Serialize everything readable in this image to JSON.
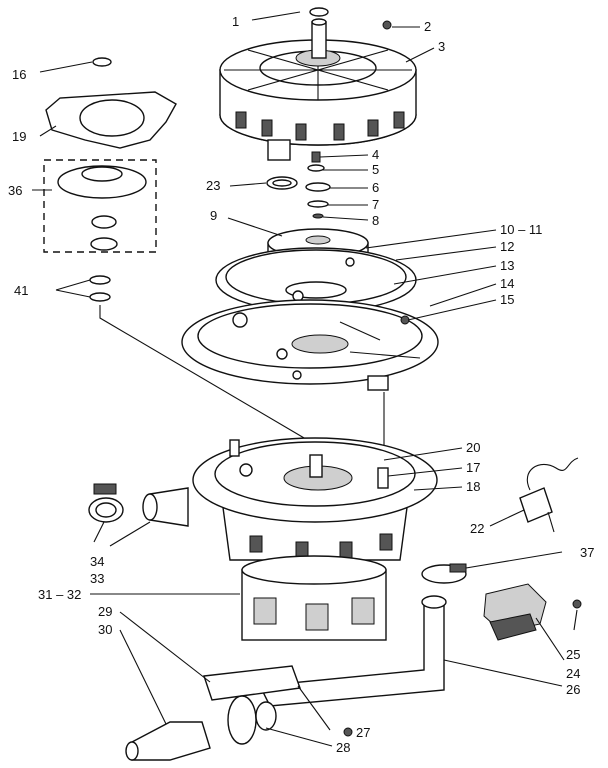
{
  "callouts": [
    {
      "id": "c1",
      "text": "1"
    },
    {
      "id": "c2",
      "text": "2"
    },
    {
      "id": "c3",
      "text": "3"
    },
    {
      "id": "c4",
      "text": "4"
    },
    {
      "id": "c5",
      "text": "5"
    },
    {
      "id": "c6",
      "text": "6"
    },
    {
      "id": "c7",
      "text": "7"
    },
    {
      "id": "c8",
      "text": "8"
    },
    {
      "id": "c9",
      "text": "9"
    },
    {
      "id": "c10",
      "text": "10 – 11"
    },
    {
      "id": "c12",
      "text": "12"
    },
    {
      "id": "c13",
      "text": "13"
    },
    {
      "id": "c14",
      "text": "14"
    },
    {
      "id": "c15",
      "text": "15"
    },
    {
      "id": "c16",
      "text": "16"
    },
    {
      "id": "c17",
      "text": "17"
    },
    {
      "id": "c18",
      "text": "18"
    },
    {
      "id": "c19",
      "text": "19"
    },
    {
      "id": "c20",
      "text": "20"
    },
    {
      "id": "c22",
      "text": "22"
    },
    {
      "id": "c23",
      "text": "23"
    },
    {
      "id": "c24",
      "text": "24"
    },
    {
      "id": "c25",
      "text": "25"
    },
    {
      "id": "c26",
      "text": "26"
    },
    {
      "id": "c27",
      "text": "27"
    },
    {
      "id": "c28",
      "text": "28"
    },
    {
      "id": "c29",
      "text": "29"
    },
    {
      "id": "c30",
      "text": "30"
    },
    {
      "id": "c31",
      "text": "31 – 32"
    },
    {
      "id": "c33",
      "text": "33"
    },
    {
      "id": "c34",
      "text": "34"
    },
    {
      "id": "c36",
      "text": "36"
    },
    {
      "id": "c37",
      "text": "37"
    },
    {
      "id": "c41",
      "text": "41"
    }
  ]
}
